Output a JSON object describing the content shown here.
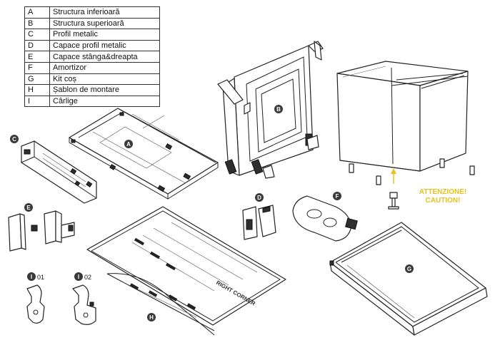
{
  "legend": [
    {
      "letter": "A",
      "label": "Structura inferioară"
    },
    {
      "letter": "B",
      "label": "Structura superioară"
    },
    {
      "letter": "C",
      "label": "Profil metalic"
    },
    {
      "letter": "D",
      "label": "Capace profil metalic"
    },
    {
      "letter": "E",
      "label": "Capace  stânga&dreapta"
    },
    {
      "letter": "F",
      "label": "Amortizor"
    },
    {
      "letter": "G",
      "label": "Kit coș"
    },
    {
      "letter": "H",
      "label": "Șablon de montare"
    },
    {
      "letter": "I",
      "label": "Cârlige"
    }
  ],
  "badges": {
    "a": "A",
    "b": "B",
    "c": "C",
    "d": "D",
    "e": "E",
    "f": "F",
    "g": "G",
    "h": "H",
    "i1": "I",
    "i2": "I"
  },
  "hook_numbers": {
    "first": "01",
    "second": "02"
  },
  "caution": {
    "line1": "ATTENZIONE!",
    "line2": "CAUTION!",
    "color": "#e5c21c"
  },
  "template_print": {
    "right_corner": "RIGHT CORNER"
  },
  "colors": {
    "badge": "#3a3a3a",
    "line": "#222222"
  }
}
